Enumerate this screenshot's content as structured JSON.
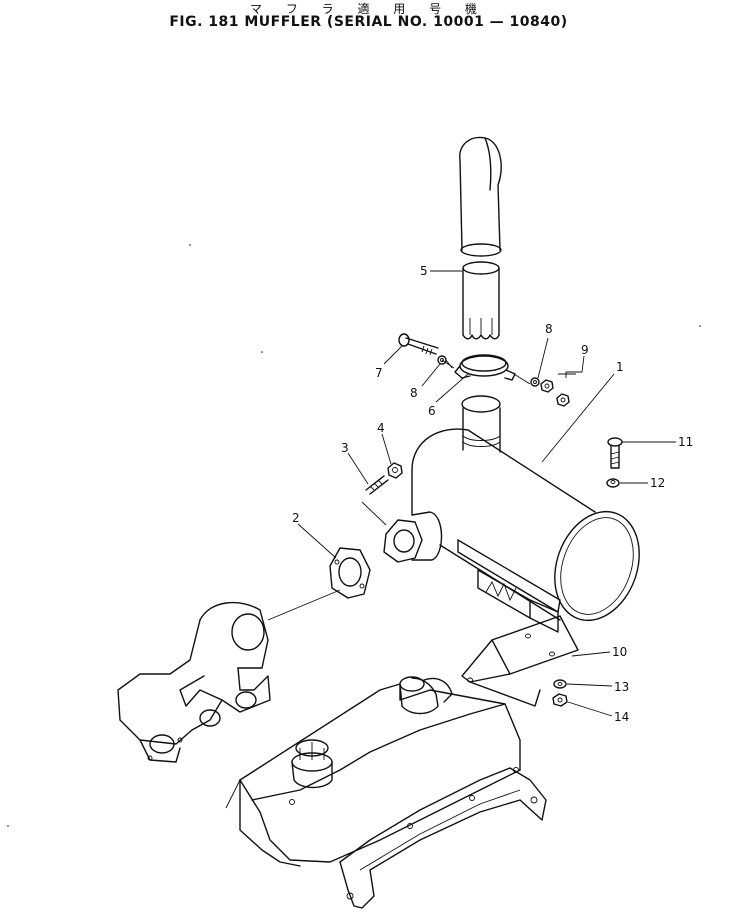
{
  "header": {
    "title_jp": "マ フ ラ 適 用 号 機",
    "title_en": "FIG. 181 MUFFLER (SERIAL NO. 10001 — 10840)"
  },
  "callouts": [
    "1",
    "2",
    "3",
    "4",
    "5",
    "6",
    "7",
    "8",
    "8",
    "9",
    "10",
    "11",
    "12",
    "13",
    "14"
  ]
}
